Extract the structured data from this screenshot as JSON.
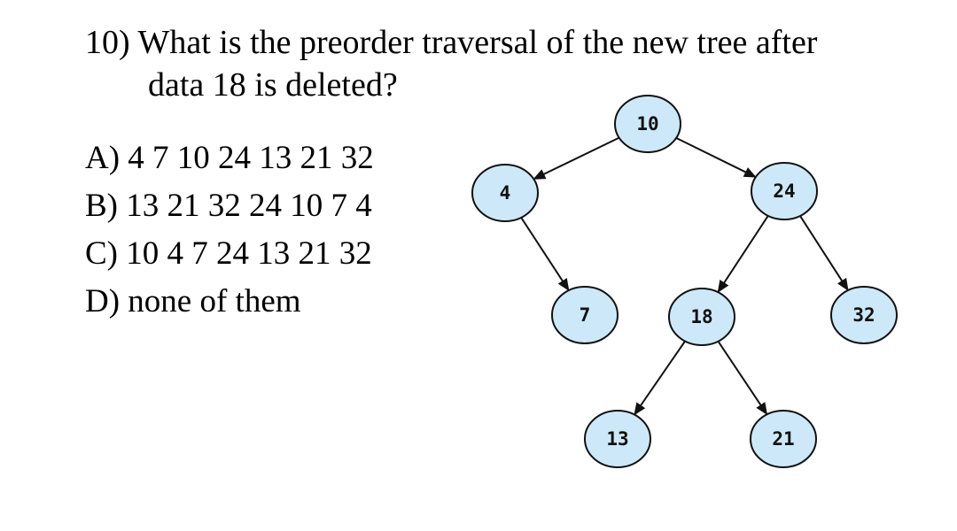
{
  "question": {
    "line1": "10) What is the preorder traversal of the new tree after",
    "line2": "data  18 is deleted?"
  },
  "options": [
    {
      "text": "A) 4 7 10 24 13 21 32"
    },
    {
      "text": "B) 13 21 32 24 10 7 4"
    },
    {
      "text": "C) 10 4 7 24 13 21 32"
    },
    {
      "text": "D) none of them"
    }
  ],
  "tree": {
    "colors": {
      "node_fill": "#cde9f9",
      "node_stroke": "#111111",
      "edge": "#111111"
    },
    "nodes": [
      {
        "id": "n10",
        "label": "10"
      },
      {
        "id": "n4",
        "label": "4"
      },
      {
        "id": "n24",
        "label": "24"
      },
      {
        "id": "n7",
        "label": "7"
      },
      {
        "id": "n18",
        "label": "18"
      },
      {
        "id": "n32",
        "label": "32"
      },
      {
        "id": "n13",
        "label": "13"
      },
      {
        "id": "n21",
        "label": "21"
      }
    ],
    "edges": [
      {
        "from": "n10",
        "to": "n4"
      },
      {
        "from": "n10",
        "to": "n24"
      },
      {
        "from": "n4",
        "to": "n7"
      },
      {
        "from": "n24",
        "to": "n18"
      },
      {
        "from": "n24",
        "to": "n32"
      },
      {
        "from": "n18",
        "to": "n13"
      },
      {
        "from": "n18",
        "to": "n21"
      }
    ]
  }
}
